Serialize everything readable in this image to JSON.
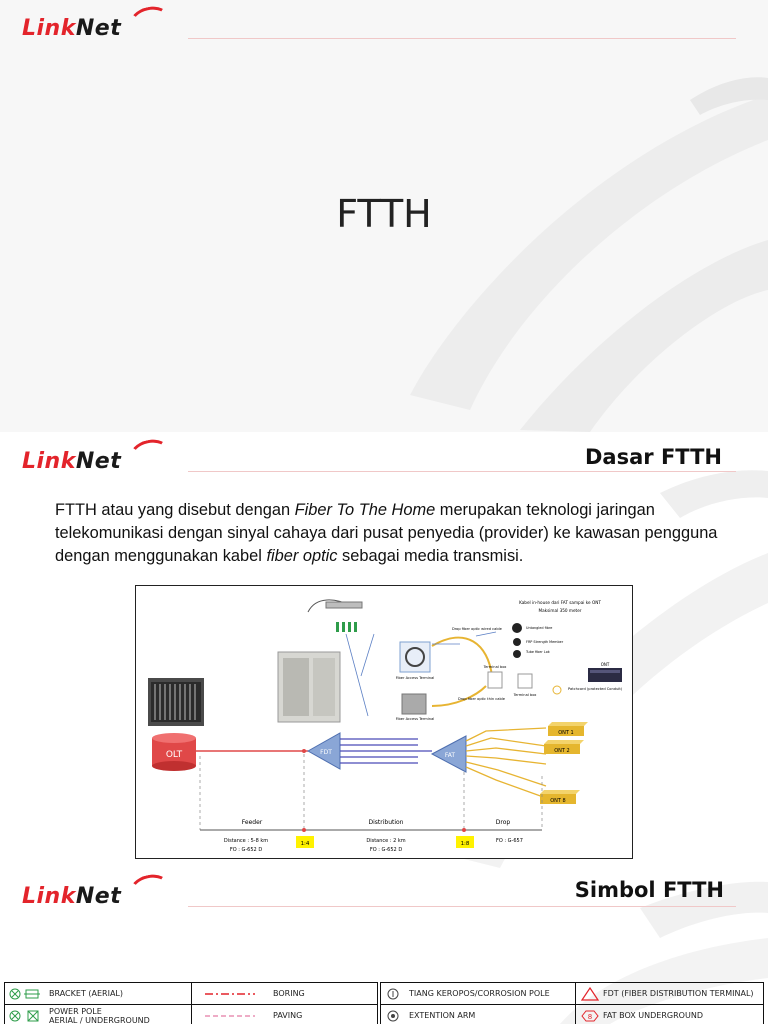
{
  "brand": {
    "link": "Link",
    "net": "Net"
  },
  "slide1": {
    "title": "FTTH"
  },
  "slide2": {
    "title": "Dasar FTTH",
    "para_1": "FTTH atau yang disebut dengan ",
    "para_em1": "Fiber To The Home",
    "para_2": " merupakan teknologi jaringan telekomunikasi dengan sinyal cahaya dari pusat penyedia (provider) ke kawasan pengguna dengan menggunakan kabel ",
    "para_em2": "fiber optic",
    "para_3": " sebagai media transmisi.",
    "diagram": {
      "olt": "OLT",
      "fdt": "FDT",
      "fat": "FAT",
      "ont1": "ONT 1",
      "ont2": "ONT 2",
      "ont8": "ONT 8",
      "ont": "ONT",
      "note_line1": "Kabel in-house dari FAT sampai ke ONT",
      "note_line2": "Maksimal 350 meter",
      "fiber_box": "Fiber Access Terminal",
      "drop_wire_1": "Drop fiber optic wired cable",
      "drop_wire_2": "Drop fiber optic thin cable",
      "terminal_box_1": "Terminal box",
      "terminal_box_2": "Terminal box",
      "fiber_access_2": "Fiber Access Terminal",
      "patchcord": "Patchcord (protected Conduit)",
      "legend_a": "Untangled fibre",
      "legend_b": "FRP Strength Member",
      "legend_c": "Tube fiber Lok",
      "feeder": "Feeder",
      "distribution": "Distribution",
      "drop": "Drop",
      "feeder_distance": "Distance : 5-8 km",
      "feeder_fo": "FO : G-652 D",
      "dist_distance": "Distance : 2 km",
      "dist_fo": "FO : G-652 D",
      "drop_fo": "FO : G-657",
      "ratio_1": "1:4",
      "ratio_2": "1:8"
    }
  },
  "slide3": {
    "title": "Simbol FTTH",
    "legend": {
      "bracket": "BRACKET (AERIAL)",
      "power_pole_1": "POWER POLE",
      "power_pole_2": "AERIAL / UNDERGROUND",
      "boring": "BORING",
      "paving": "PAVING",
      "tiang": "TIANG KEROPOS/CORROSION POLE",
      "ext_arm": "EXTENTION ARM",
      "fdt": "FDT (FIBER DISTRIBUTION TERMINAL)",
      "fat_box": "FAT BOX UNDERGROUND",
      "fat_code": "8"
    }
  },
  "colors": {
    "brand_red": "#e3242b",
    "boring": "#e3242b",
    "paving": "#e37aa5",
    "legend_green": "#2e9c4a",
    "fdt_tri": "#e3242b"
  }
}
